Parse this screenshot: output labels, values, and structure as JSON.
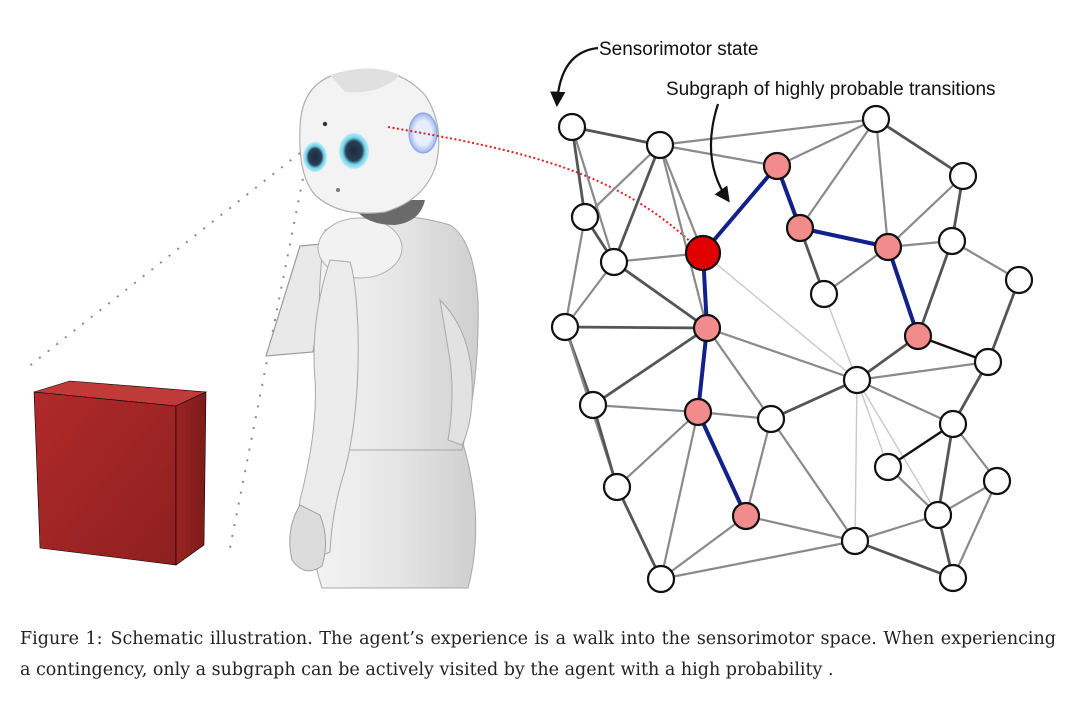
{
  "figure": {
    "label_sensorimotor": "Sensorimotor state",
    "label_subgraph": "Subgraph of highly probable transitions",
    "colors": {
      "edge_light": "#c8c8c8",
      "edge_mid": "#8a8a8a",
      "edge_dark": "#555555",
      "path_edge": "#12208a",
      "node_fill": "#ffffff",
      "path_node": "#f28b8b",
      "current_node": "#e00000",
      "cube": "#a32626",
      "pointer_line": "#e02020"
    }
  },
  "caption": {
    "label": "Figure 1:",
    "text": "Schematic illustration. The agent’s experience is a walk into the sensorimotor space. When experiencing a contingency, only a subgraph can be actively visited by the agent with a high probability ."
  }
}
